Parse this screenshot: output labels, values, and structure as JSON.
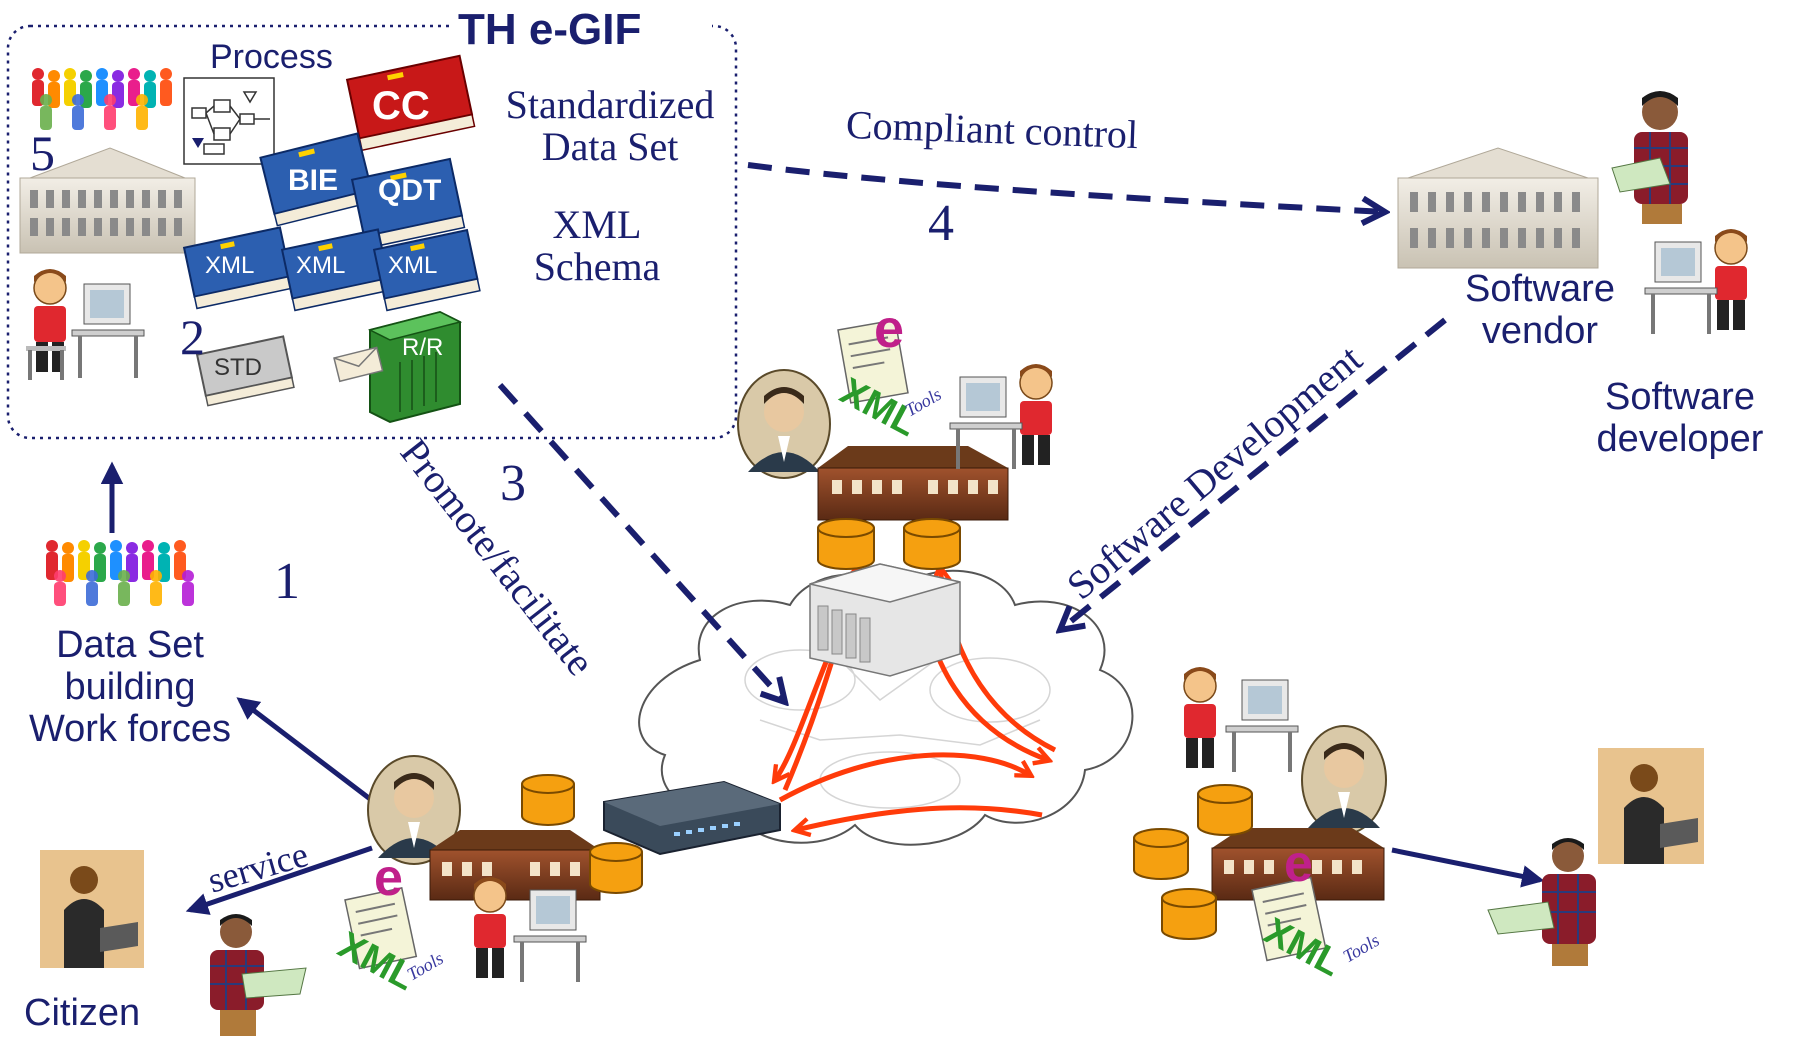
{
  "frame_title": "TH e-GIF",
  "labels": {
    "process": "Process",
    "standardized_data_set": [
      "Standardized",
      "Data Set"
    ],
    "xml_schema": [
      "XML",
      "Schema"
    ],
    "compliant_control": "Compliant control",
    "promote_facilitate": "Promote/facilitate",
    "software_development": "Software Development",
    "service": "service",
    "software_vendor": [
      "Software",
      "vendor"
    ],
    "software_developer": [
      "Software",
      "developer"
    ],
    "data_set_workforces": [
      "Data Set",
      "building",
      "Work forces"
    ],
    "citizen": "Citizen"
  },
  "steps": {
    "one": "1",
    "two": "2",
    "three": "3",
    "four": "4",
    "five": "5"
  },
  "books": {
    "cc": "CC",
    "bie": "BIE",
    "qdt": "QDT",
    "xml": "XML",
    "std": "STD",
    "rr": "R/R"
  },
  "badges": {
    "e": "e",
    "xml": "XML",
    "tools": "Tools"
  },
  "colors": {
    "navy": "#1a1f6e",
    "flow_red": "#ff3b0a",
    "book_blue": "#2c5fb0",
    "book_red": "#c81818",
    "server_green": "#3a9a3a",
    "db_orange": "#f5a010"
  }
}
